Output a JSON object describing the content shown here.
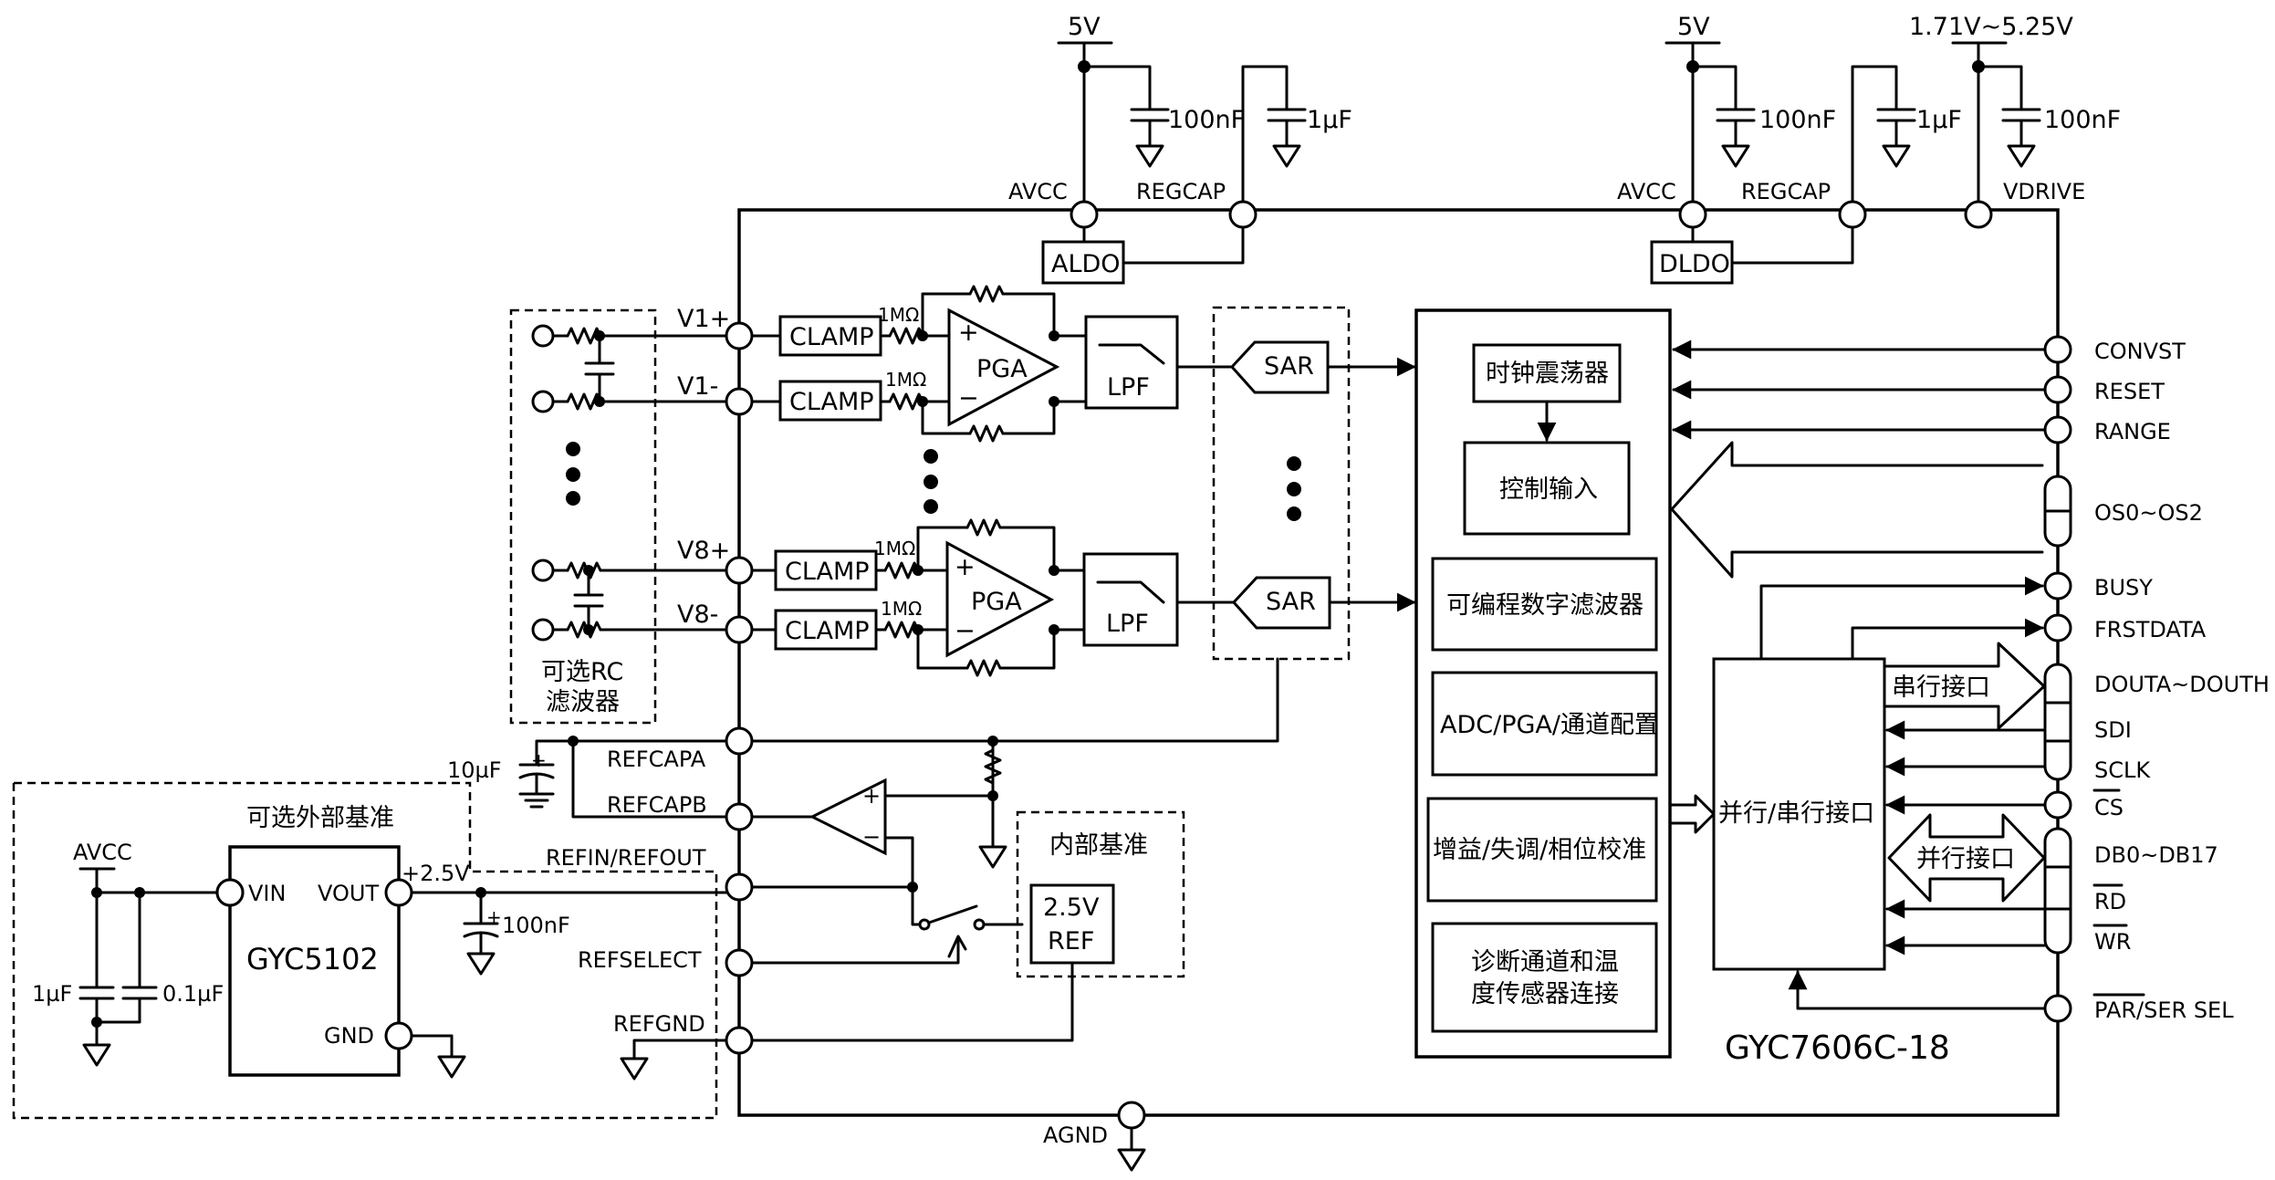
{
  "chip": {
    "name": "GYC7606C-18"
  },
  "power": {
    "left_supply": "5V",
    "mid_supply": "5V",
    "right_supply": "1.71V~5.25V",
    "cap_100nF": "100nF",
    "cap_1uF": "1µF",
    "pin_avcc": "AVCC",
    "pin_regcap": "REGCAP",
    "pin_vdrive": "VDRIVE",
    "aldo": "ALDO",
    "dldo": "DLDO",
    "agnd": "AGND"
  },
  "inputs": {
    "v1p": "V1+",
    "v1m": "V1-",
    "v8p": "V8+",
    "v8m": "V8-",
    "clamp": "CLAMP",
    "res_1m": "1MΩ",
    "pga": "PGA",
    "lpf": "LPF",
    "sar": "SAR",
    "op_plus": "+",
    "op_minus": "−",
    "rc_filter_line1": "可选RC",
    "rc_filter_line2": "滤波器"
  },
  "reference": {
    "cap_10uF": "10µF",
    "refcapa": "REFCAPA",
    "refcapb": "REFCAPB",
    "refin_refout": "REFIN/REFOUT",
    "refselect": "REFSELECT",
    "refgnd": "REFGND",
    "internal_ref_title": "内部基准",
    "ref_line1": "2.5V",
    "ref_line2": "REF",
    "external_ref_title": "可选外部基准",
    "ext_avcc": "AVCC",
    "ext_vin": "VIN",
    "ext_vout": "VOUT",
    "ext_2v5": "+2.5V",
    "ext_gnd": "GND",
    "ext_chip": "GYC5102",
    "ext_cap_1uF": "1µF",
    "ext_cap_0p1uF": "0.1µF",
    "ext_cap_100nF": "100nF"
  },
  "digital": {
    "clock_osc": "时钟震荡器",
    "control_input": "控制输入",
    "digital_filter": "可编程数字滤波器",
    "adc_config": "ADC/PGA/通道配置",
    "calibration": "增益/失调/相位校准",
    "diag_line1": "诊断通道和温",
    "diag_line2": "度传感器连接",
    "par_ser_interface": "并行/串行接口",
    "serial_interface": "串行接口",
    "parallel_interface": "并行接口"
  },
  "pins_right": {
    "convst": "CONVST",
    "reset": "RESET",
    "range": "RANGE",
    "os": "OS0~OS2",
    "busy": "BUSY",
    "frstdata": "FRSTDATA",
    "douta": "DOUTA~DOUTH",
    "sdi": "SDI",
    "sclk": "SCLK",
    "cs": "CS",
    "db": "DB0~DB17",
    "rd": "RD",
    "wr": "WR",
    "par_ser_sel": "PAR/SER SEL"
  }
}
